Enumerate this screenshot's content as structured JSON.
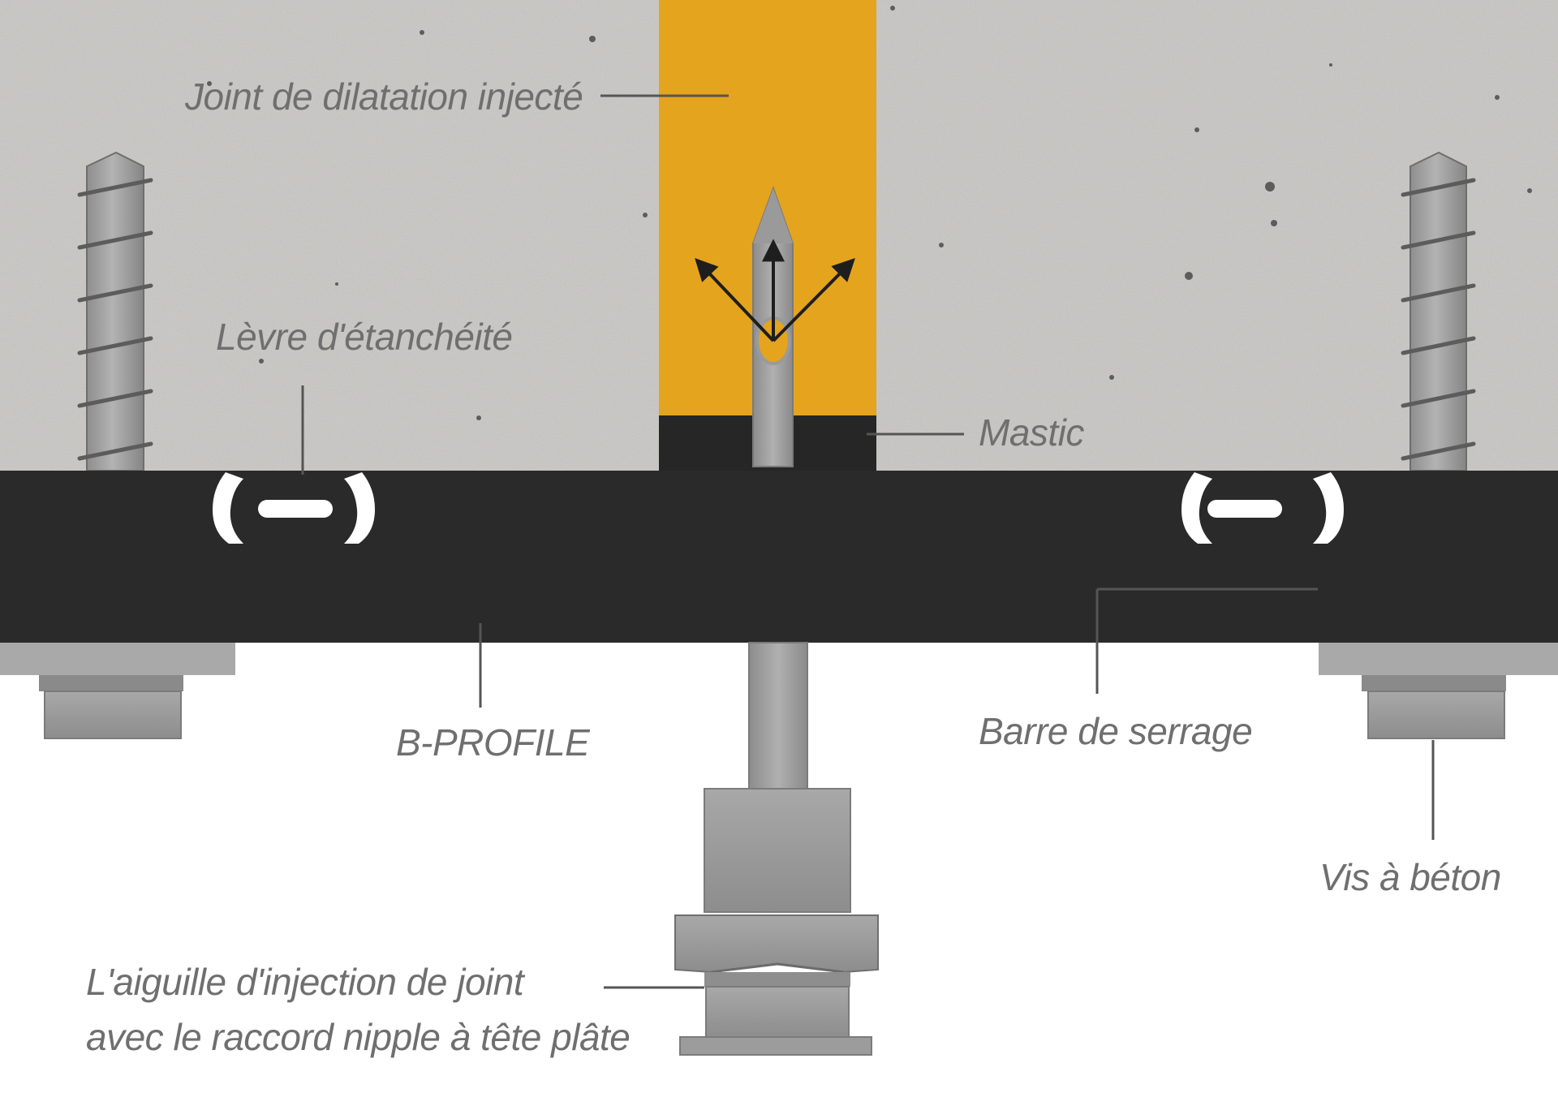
{
  "labels": {
    "joint": "Joint de dilatation injecté",
    "levre": "Lèvre d'étanchéité",
    "mastic": "Mastic",
    "bprofile": "B-PROFILE",
    "barre": "Barre de serrage",
    "vis": "Vis à béton",
    "aiguille_line1": "L'aiguille d'injection de joint",
    "aiguille_line2": "avec le raccord nipple à tête plâte"
  },
  "colors": {
    "concrete": "#c9c7c4",
    "joint_fill": "#e5a41e",
    "profile": "#2a2a2a",
    "metal": "#a0a0a0",
    "metal_dark": "#7c7c7c",
    "label_text": "#6f6f6f",
    "leader_line": "#555555",
    "arrow": "#1e1e1e"
  }
}
